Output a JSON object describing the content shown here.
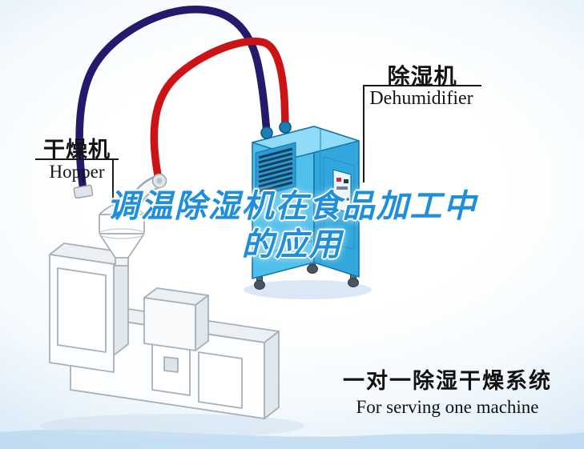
{
  "illustration": {
    "dehumidifier_label": {
      "cn": "除湿机",
      "en": "Dehumidifier"
    },
    "hopper_label": {
      "cn": "干燥机",
      "en": "Hopper"
    },
    "title": {
      "line1": "调温除湿机在食品加工中",
      "line2": "的应用"
    },
    "caption": {
      "cn": "一对一除湿干燥系统",
      "en": "For serving one machine"
    }
  },
  "colors": {
    "background_edge": "#a9cfec",
    "background_center": "#ffffff",
    "title_blue": "#1f8fdc",
    "label_text": "#141414",
    "pipe_red": "#cc1417",
    "pipe_navy": "#211a6d",
    "dehumidifier_front": "#50bfec",
    "dehumidifier_side": "#31a7dd",
    "dehumidifier_top": "#90dbf7",
    "dehumidifier_edge": "#1577a8",
    "machine_outline": "#a7b0b8",
    "machine_fill": "#fafcfd"
  }
}
